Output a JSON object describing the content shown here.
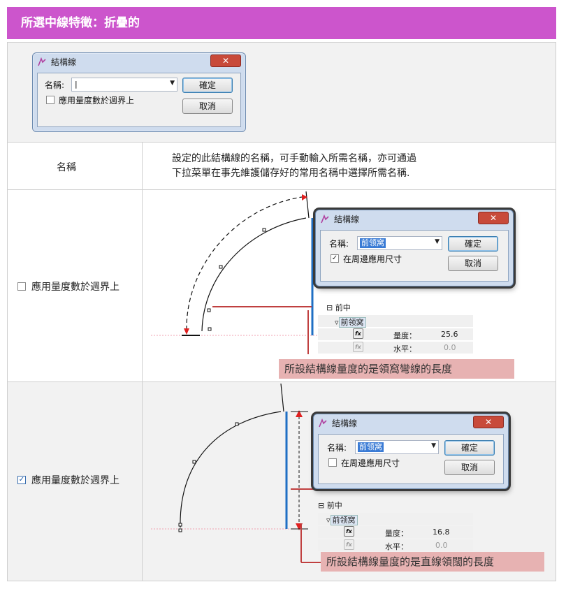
{
  "header": {
    "title": "所選中線特徵：折疊的"
  },
  "dialog_top": {
    "title": "結構線",
    "close": "✕",
    "name_label": "名稱:",
    "name_value": "|",
    "checkbox_label": "應用量度數於週界上",
    "ok": "確定",
    "cancel": "取消"
  },
  "row_name": {
    "term": "名稱",
    "desc_line1": "設定的此結構線的名稱，可手動輸入所需名稱，亦可通過",
    "desc_line2": "下拉菜單在事先維護儲存好的常用名稱中選擇所需名稱."
  },
  "row_unchecked": {
    "label": "應用量度數於週界上",
    "checked": false,
    "dialog": {
      "title": "結構線",
      "close": "✕",
      "name_label": "名稱:",
      "name_value": "前领窝",
      "checkbox_label": "在周邊應用尺寸",
      "checked": "✓",
      "ok": "確定",
      "cancel": "取消"
    },
    "props": {
      "group": "前中",
      "item": "前领窝",
      "measure_label": "量度：",
      "measure_value": "25.6",
      "horiz_label": "水平：",
      "horiz_value": "0.0",
      "fx": "fx"
    },
    "caption": "所設結構線量度的是領窩彎線的長度"
  },
  "row_checked": {
    "label": "應用量度數於週界上",
    "checked": true,
    "check_glyph": "✓",
    "dialog": {
      "title": "結構線",
      "close": "✕",
      "name_label": "名稱:",
      "name_value": "前领窝",
      "checkbox_label": "在周邊應用尺寸",
      "ok": "確定",
      "cancel": "取消"
    },
    "props": {
      "group": "前中",
      "item": "前领窝",
      "measure_label": "量度：",
      "measure_value": "16.8",
      "horiz_label": "水平：",
      "horiz_value": "0.0",
      "fx": "fx"
    },
    "caption": "所設結構線量度的是直線領闊的長度"
  },
  "colors": {
    "header": "#cc55cc",
    "measure_line": "#1f6fc4",
    "arrow": "#e02020",
    "caption_bg": "#e7b2b2",
    "leader": "#c04040"
  }
}
